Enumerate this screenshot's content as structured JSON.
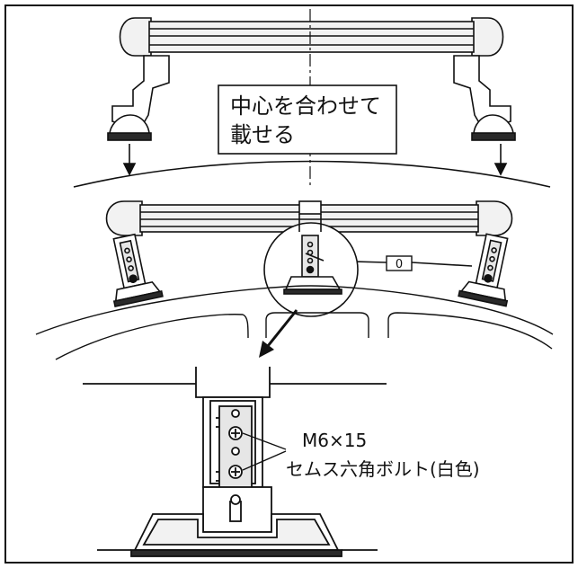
{
  "callout_center": {
    "line1": "中心を合わせて",
    "line2": "載せる"
  },
  "center_marker": "0",
  "bolt_label": {
    "line1": "M6×15",
    "line2": "セムス六角ボルト(白色)"
  },
  "colors": {
    "ink": "#111111",
    "background": "#ffffff",
    "bar_fill": "#f2f2f2",
    "part_fill": "#e6e6e6",
    "dark_part": "#2a2a2a"
  }
}
